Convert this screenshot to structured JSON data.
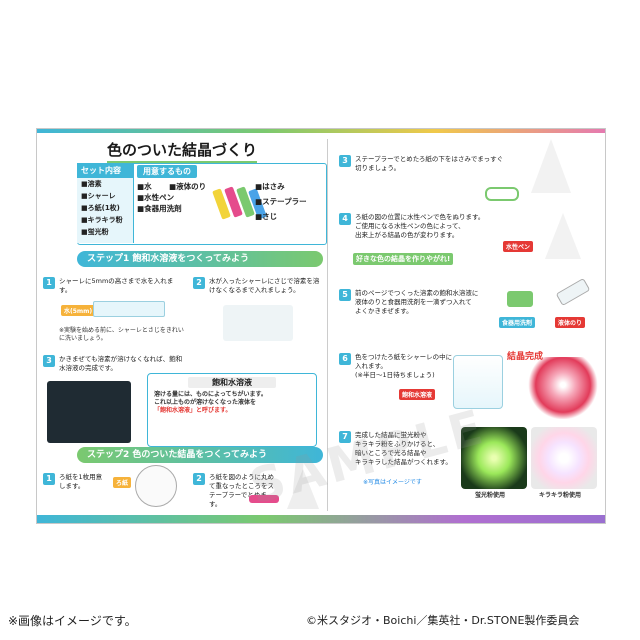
{
  "page": {
    "title": "色のついた結晶づくり",
    "watermark": "SAMPLE"
  },
  "set": {
    "header": "セット内容",
    "items": [
      "■溶素",
      "■シャーレ",
      "■ろ紙(1枚)",
      "■キラキラ粉",
      "■蛍光粉"
    ]
  },
  "prepare": {
    "header": "用意するもの",
    "items": [
      "■水",
      "■液体のり",
      "■水性ペン",
      "■食器用洗剤",
      "■はさみ",
      "■ステープラー",
      "■さじ"
    ]
  },
  "step1": {
    "banner": "ステップ1 飽和水溶液をつくってみよう",
    "s1": "シャーレに5mmの高さまで水を入れます。",
    "s1_note": "※実験を始める前に、シャーレとさじをきれいに洗いましょう。",
    "s1_tag": "水(5mm)",
    "s2": "水が入ったシャーレにさじで溶素を溶けなくなるまで入れましょう。",
    "s3": "かきまぜても溶素が溶けなくなれば、飽和水溶液の完成です。",
    "bubble_title": "飽和水溶液",
    "bubble_text1": "溶ける量には、ものによってちがいます。",
    "bubble_text2": "これ以上ものが溶けなくなった液体を",
    "bubble_text3": "「飽和水溶液」と呼びます。"
  },
  "step2": {
    "banner": "ステップ2 色のついた結晶をつくってみよう",
    "s1": "ろ紙を1枚用意します。",
    "s1_tag": "ろ紙",
    "s2": "ろ紙を図のように丸めて重なったところをステープラーでとめます。"
  },
  "right": {
    "s3": "ステープラーでとめたろ紙の下をはさみでまっすぐ切りましょう。",
    "s4a": "ろ紙の図の位置に水性ペンで色をぬります。",
    "s4b": "ご使用になる水性ペンの色によって、",
    "s4c": "出来上がる結晶の色が変わります。",
    "s4_pen": "水性ペン",
    "s4_callout": "好きな色の結晶を作りやがれ!",
    "s5a": "前のページでつくった溶素の飽和水溶液に",
    "s5b": "液体のりと食器用洗剤を一滴ずつ入れて",
    "s5c": "よくかきまぜます。",
    "s5_tag1": "食器用洗剤",
    "s5_tag2": "液体のり",
    "s6a": "色をつけたろ紙をシャーレの中に",
    "s6b": "入れます。",
    "s6c": "(※半日〜1日待ちましょう)",
    "s6_tag": "飽和水溶液",
    "s6_done": "結晶完成",
    "s7a": "完成した結晶に蛍光粉や",
    "s7b": "キラキラ粉をふりかけると、",
    "s7c": "暗いところで光る結晶や",
    "s7d": "キラキラした結晶がつくれます。",
    "s7_note": "※写真はイメージです",
    "cap1": "蛍光粉使用",
    "cap2": "キラキラ粉使用"
  },
  "footer": {
    "left": "※画像はイメージです。",
    "right": "©米スタジオ・Boichi／集英社・Dr.STONE製作委員会"
  }
}
